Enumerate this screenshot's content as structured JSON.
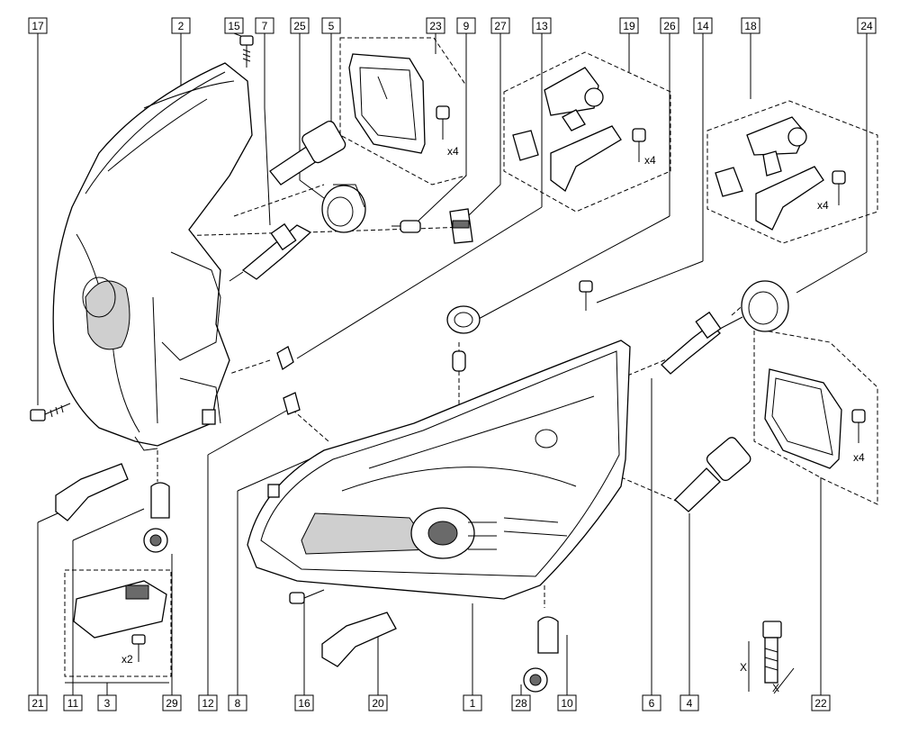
{
  "callouts_top": [
    "17",
    "2",
    "15",
    "7",
    "25",
    "5",
    "23",
    "9",
    "27",
    "13",
    "19",
    "26",
    "14",
    "18",
    "24"
  ],
  "callouts_bottom": [
    "21",
    "11",
    "3",
    "29",
    "12",
    "8",
    "16",
    "20",
    "1",
    "28",
    "10",
    "6",
    "4",
    "22"
  ],
  "quantity_notes": {
    "screws_kit_23": "x4",
    "screws_kit_19": "x4",
    "screws_kit_18": "x4",
    "screws_kit_22": "x4",
    "screw_module_3": "x2"
  },
  "dimension_symbol": "X"
}
